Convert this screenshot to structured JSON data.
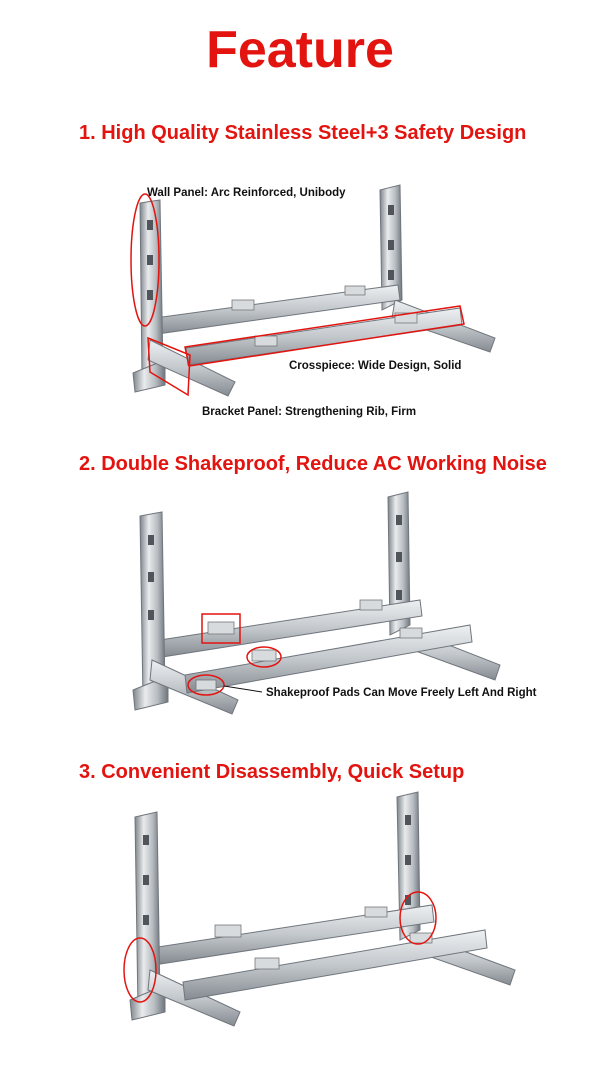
{
  "title": "Feature",
  "colors": {
    "accent": "#e3140f",
    "steel_light": "#e6e8ea",
    "steel_mid": "#b7bcc1",
    "steel_dark": "#6f767d"
  },
  "sections": [
    {
      "heading": "1. High Quality Stainless Steel+3 Safety Design",
      "callouts": {
        "wall_panel": "Wall Panel: Arc Reinforced, Unibody",
        "crosspiece": "Crosspiece: Wide Design, Solid",
        "bracket_panel": "Bracket Panel: Strengthening Rib, Firm"
      }
    },
    {
      "heading": "2. Double Shakeproof, Reduce AC Working Noise",
      "callouts": {
        "shakeproof": "Shakeproof Pads Can Move Freely Left And Right"
      }
    },
    {
      "heading": "3. Convenient Disassembly, Quick Setup",
      "callouts": {}
    }
  ]
}
